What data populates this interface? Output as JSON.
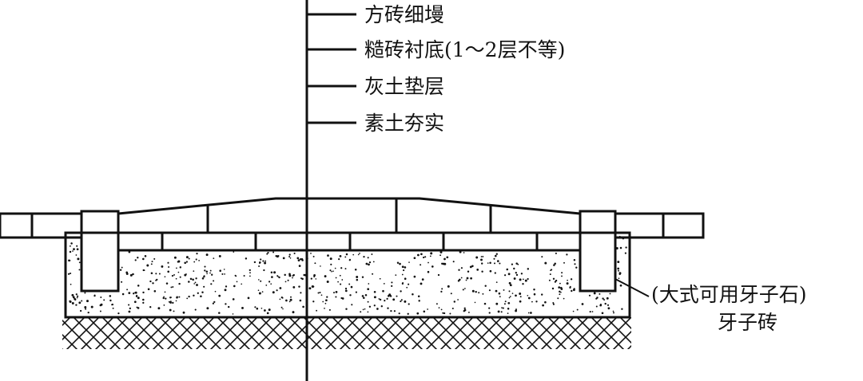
{
  "labels": {
    "layer_1": "方砖细墁",
    "layer_2": "糙砖衬底(1～2层不等)",
    "layer_3": "灰土垫层",
    "layer_4": "素土夯实",
    "curb_note": "(大式可用牙子石)",
    "curb": "牙子砖"
  },
  "colors": {
    "ink": "#111111",
    "background": "#ffffff"
  }
}
